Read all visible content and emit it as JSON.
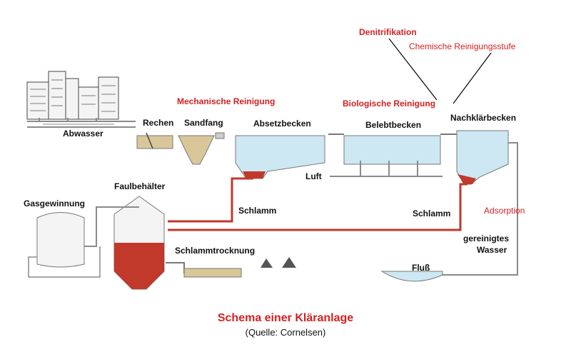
{
  "diagram": {
    "title": "Schema einer Kläranlage",
    "source": "(Quelle: Cornelsen)",
    "labels": {
      "abwasser": "Abwasser",
      "rechen": "Rechen",
      "sandfang": "Sandfang",
      "absetzbecken": "Absetzbecken",
      "belebtbecken": "Belebtbecken",
      "nachklaerbecken": "Nachklärbecken",
      "luft": "Luft",
      "gasgewinnung": "Gasgewinnung",
      "faulbehaelter": "Faulbehälter",
      "schlamm1": "Schlamm",
      "schlamm2": "Schlamm",
      "schlammtrocknung": "Schlammtrocknung",
      "fluss": "Fluß",
      "gereinigtes": "gereinigtes",
      "wasser": "Wasser"
    },
    "stage_labels": {
      "mechanisch": "Mechanische Reinigung",
      "biologisch": "Biologische Reinigung",
      "denitrifikation": "Denitrifikation",
      "chemisch": "Chemische Reinigungsstufe",
      "adsorption": "Adsorption"
    },
    "colors": {
      "pipe": "#8a8a8a",
      "water": "#cde8f2",
      "sludge": "#c0392b",
      "sand": "#d9c79a",
      "accent_text": "#d62020"
    }
  }
}
